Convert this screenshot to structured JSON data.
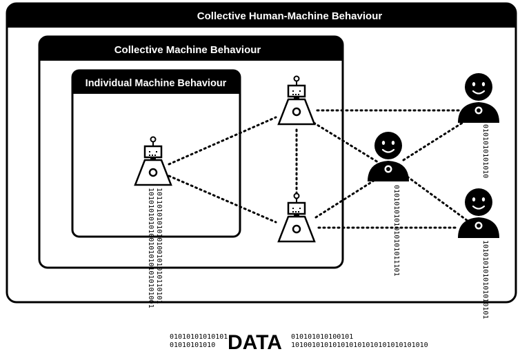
{
  "boxes": {
    "outer_title": "Collective Human-Machine Behaviour",
    "middle_title": "Collective Machine Behaviour",
    "inner_title": "Individual Machine Behaviour"
  },
  "data_label": "DATA",
  "bit_streams": {
    "robot_left_down_a": "1011010101010100101010110101",
    "robot_left_down_b": "10101010101001010101010101001",
    "bottom_left_a": "01010101010101",
    "bottom_left_b": "01010101010",
    "bottom_right_a": "010101010100101",
    "bottom_right_b": "101001010101010101010101010101010",
    "human_mid_down": "0101010101010101011101",
    "human_right_top_down": "0101010101010",
    "human_right_bottom_down": "1010101010101010101"
  },
  "colors": {
    "fill": "#000000",
    "background": "#ffffff"
  },
  "icons": [
    "robot-icon",
    "human-icon"
  ]
}
